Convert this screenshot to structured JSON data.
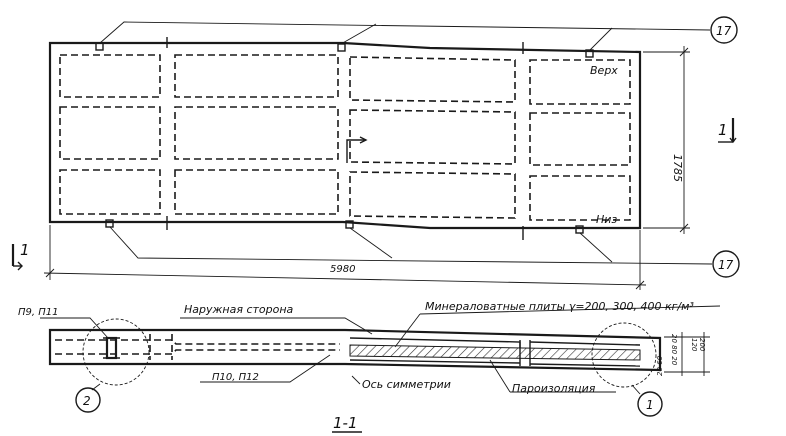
{
  "callouts": {
    "top_ref": "17",
    "bottom_ref": "17",
    "left_detail": "2",
    "right_detail": "1"
  },
  "labels": {
    "top_side": "Верх",
    "bottom_side": "Низ",
    "height_dim": "1785",
    "width_dim": "5980",
    "section_mark_left": "1",
    "section_mark_right": "1",
    "section_title": "1-1"
  },
  "section_labels": {
    "p9_p11": "П9, П11",
    "outer_side": "Наружная сторона",
    "mineral_wool": "Минераловатные плиты γ=200, 300, 400 кг/м³",
    "p10_p12": "П10, П12",
    "symmetry_axis": "Ось симметрии",
    "vapor_barrier": "Пароизоляция",
    "dims_small": "20 80 20",
    "dims_total_a": "120",
    "dims_total_b": "200",
    "dims_left": "20 60"
  }
}
